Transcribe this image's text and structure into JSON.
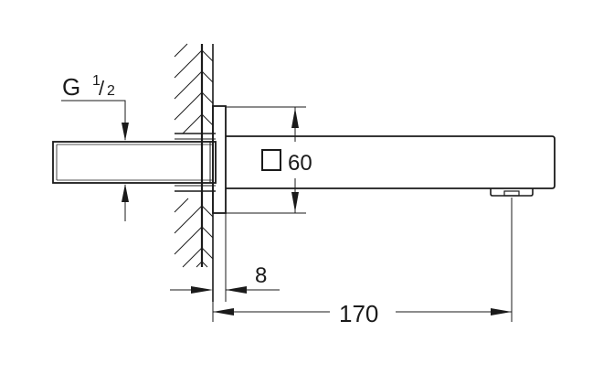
{
  "drawing": {
    "type": "technical-dimension-drawing",
    "subject": "wall-mounted bath spout",
    "colors": {
      "line": "#1a1a1a",
      "background": "#ffffff"
    },
    "labels": {
      "thread_prefix": "G",
      "thread_numerator": "1",
      "thread_slash": "/",
      "thread_denominator": "2",
      "square_size": "60",
      "flange_thickness": "8",
      "projection_length": "170"
    },
    "icons": [
      "square-section-symbol-icon",
      "wall-hatch-pattern"
    ]
  }
}
